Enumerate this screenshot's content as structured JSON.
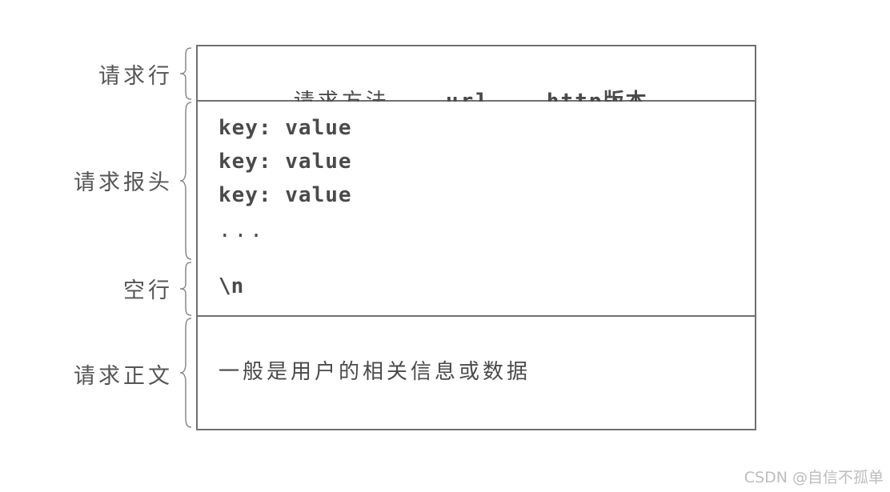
{
  "labels": {
    "request_line": "请求行",
    "request_headers": "请求报头",
    "blank_line": "空行",
    "request_body": "请求正文"
  },
  "request_line": {
    "method": "请求方法",
    "url": "url",
    "version": "http版本"
  },
  "headers": [
    "key: value",
    "key: value",
    "key: value",
    "..."
  ],
  "blank_line_content": "\\n",
  "body_content": "一般是用户的相关信息或数据",
  "watermark": "CSDN @自信不孤单"
}
